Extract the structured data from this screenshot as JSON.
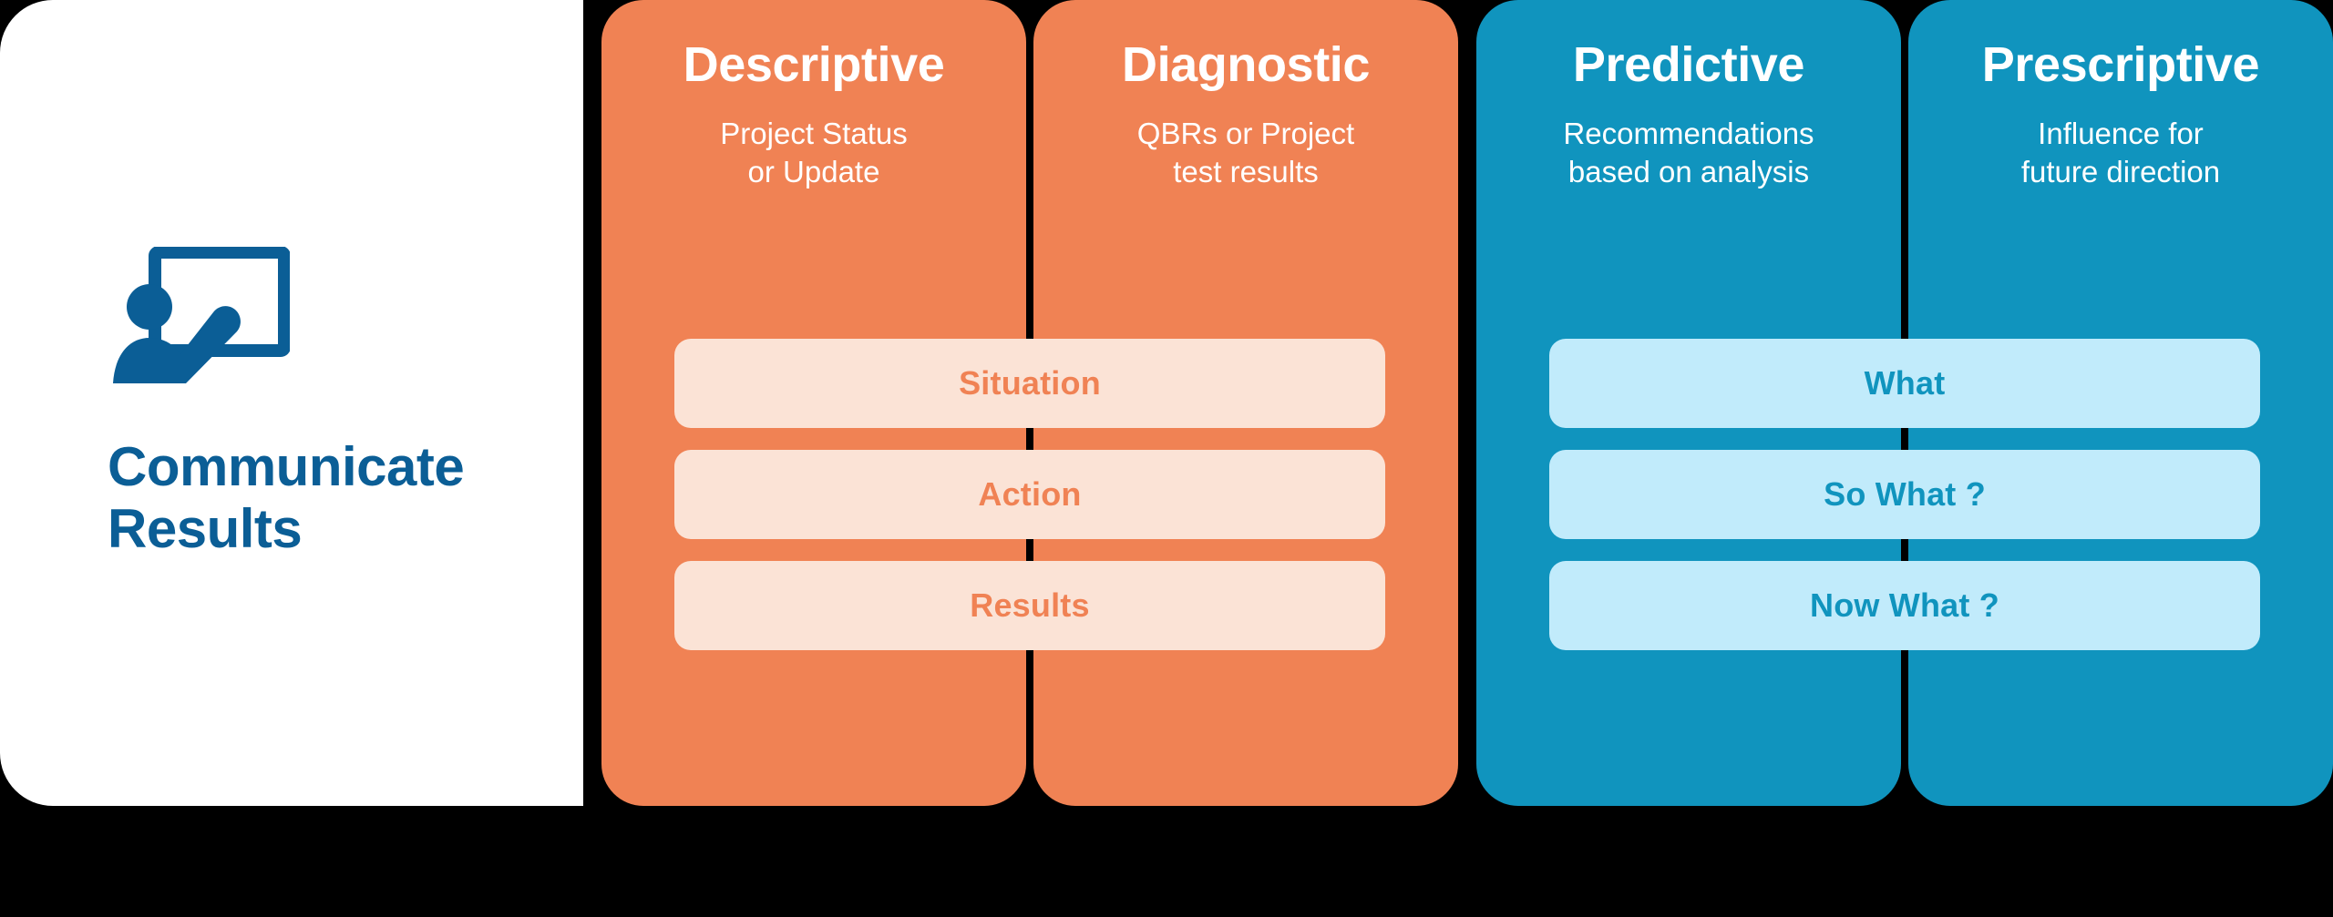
{
  "intro": {
    "icon": "presentation-teacher-icon",
    "title": "Communicate Results",
    "title_color": "#0b5e96"
  },
  "colors": {
    "orange_panel": "#F08254",
    "orange_chip": "#FBE3D6",
    "teal_panel": "#1094BE",
    "teal_chip": "#C1EBFB",
    "background": "#000000",
    "card": "#ffffff"
  },
  "groups": [
    {
      "name": "descriptive-diagnostic",
      "theme": "orange",
      "panels": [
        {
          "title": "Descriptive",
          "subtitle": "Project Status\nor Update"
        },
        {
          "title": "Diagnostic",
          "subtitle": "QBRs or Project\ntest results"
        }
      ],
      "chips": [
        {
          "label": "Situation"
        },
        {
          "label": "Action"
        },
        {
          "label": "Results"
        }
      ]
    },
    {
      "name": "predictive-prescriptive",
      "theme": "teal",
      "panels": [
        {
          "title": "Predictive",
          "subtitle": "Recommendations\nbased on analysis"
        },
        {
          "title": "Prescriptive",
          "subtitle": "Influence for\nfuture direction"
        }
      ],
      "chips": [
        {
          "label": "What"
        },
        {
          "label": "So What ?"
        },
        {
          "label": "Now What ?"
        }
      ]
    }
  ]
}
